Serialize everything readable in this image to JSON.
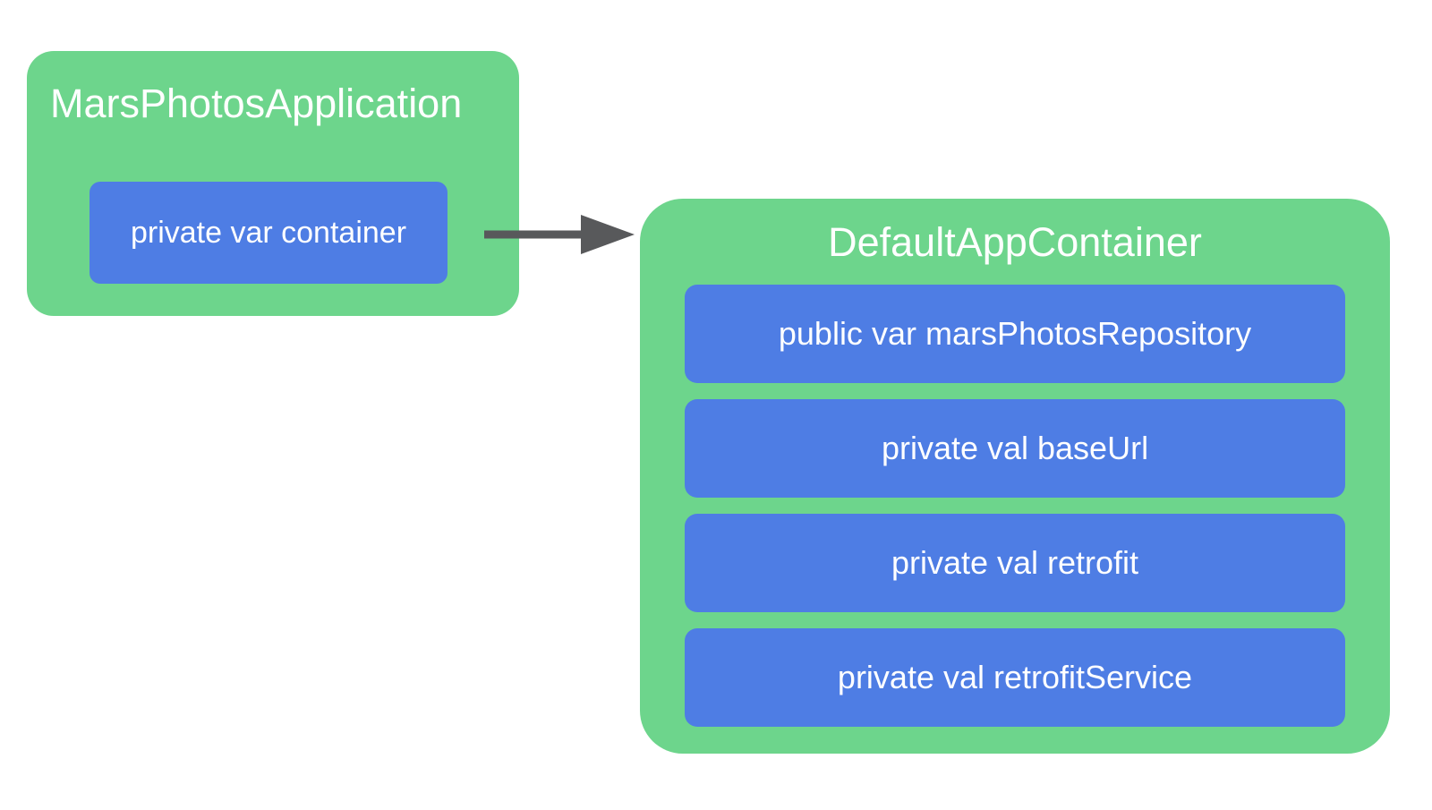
{
  "app_box": {
    "title": "MarsPhotosApplication",
    "items": [
      {
        "label": "private var container"
      }
    ]
  },
  "container_box": {
    "title": "DefaultAppContainer",
    "items": [
      {
        "label": "public var marsPhotosRepository"
      },
      {
        "label": "private val baseUrl"
      },
      {
        "label": "private val retrofit"
      },
      {
        "label": "private val retrofitService"
      }
    ]
  },
  "arrow": {
    "direction": "right",
    "from": "private var container",
    "to": "DefaultAppContainer"
  },
  "colors": {
    "background": "#FFFFFF",
    "box_green": "#6DD58C",
    "item_blue": "#4E7DE4",
    "arrow_gray": "#58595B",
    "text": "#FFFFFF"
  }
}
